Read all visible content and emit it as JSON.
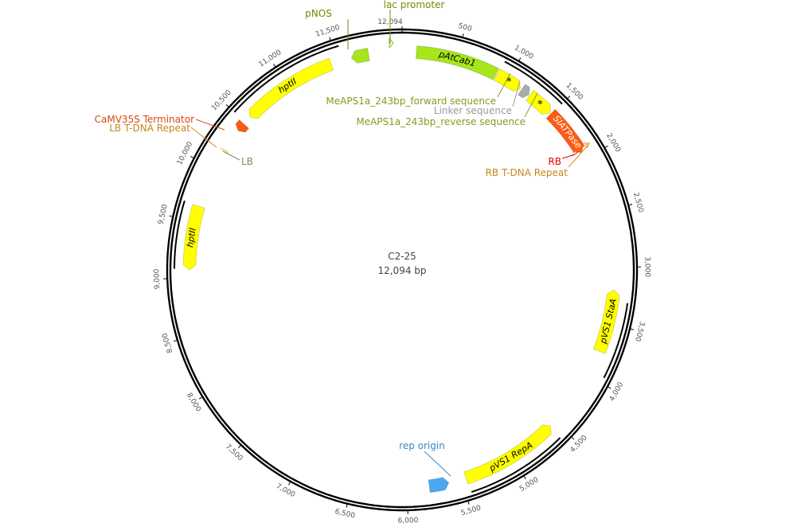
{
  "plasmid": {
    "name": "C2-25",
    "length_label": "12,094 bp",
    "length_bp": 12094,
    "origin_tick_label": "12,094"
  },
  "ticks": [
    "500",
    "1,000",
    "1,500",
    "2,000",
    "2,500",
    "3,000",
    "3,500",
    "4,000",
    "4,500",
    "5,000",
    "5,500",
    "6,000",
    "6,500",
    "7,000",
    "7,500",
    "8,000",
    "8,500",
    "9,000",
    "9,500",
    "10,000",
    "10,500",
    "11,000",
    "11,500"
  ],
  "features": [
    {
      "id": "pAtCab1",
      "label": "pAtCab1",
      "start": 130,
      "end": 880,
      "dir": 0,
      "color": "#a6e61a",
      "inline": true
    },
    {
      "id": "meaps-forward",
      "label": "MeAPS1a_243bp_forward sequence",
      "start": 890,
      "end": 1135,
      "dir": 1,
      "color": "#ffff00",
      "mark": "*"
    },
    {
      "id": "linker",
      "label": "Linker sequence",
      "start": 1150,
      "end": 1230,
      "dir": 1,
      "color": "#aaaaaa"
    },
    {
      "id": "meaps-reverse",
      "label": "MeAPS1a_243bp_reverse sequence",
      "start": 1240,
      "end": 1480,
      "dir": 1,
      "color": "#ffff00",
      "mark": "*"
    },
    {
      "id": "SlATPase",
      "label": "SlATPase",
      "start": 1490,
      "end": 1930,
      "dir": 1,
      "color": "#ff5a14",
      "inline": true,
      "text_color": "#ffffff"
    },
    {
      "id": "pVS1-StaA",
      "label": "pVS1 StaA",
      "start": 3200,
      "end": 3760,
      "dir": -1,
      "color": "#ffff00",
      "inline": true
    },
    {
      "id": "pVS1-RepA",
      "label": "pVS1 RepA",
      "start": 4560,
      "end": 5460,
      "dir": -1,
      "color": "#ffff00",
      "inline": true
    },
    {
      "id": "rep-origin",
      "label": "rep origin",
      "start": 5620,
      "end": 5800,
      "dir": -1,
      "color": "#4aa8f0"
    },
    {
      "id": "hptII-a",
      "label": "hptII",
      "start": 9070,
      "end": 9640,
      "dir": -1,
      "color": "#ffff00",
      "inline": true
    },
    {
      "id": "CaMV35S",
      "label": "CaMV35S Terminator",
      "start": 10400,
      "end": 10480,
      "dir": -1,
      "color": "#ff5a14"
    },
    {
      "id": "hptII-b",
      "label": "hptII",
      "start": 10560,
      "end": 11440,
      "dir": -1,
      "color": "#ffff00",
      "inline": true
    },
    {
      "id": "pNOS",
      "label": "pNOS",
      "start": 11630,
      "end": 11790,
      "dir": -1,
      "color": "#a6e61a"
    }
  ],
  "small_features": {
    "lac": "lac promoter",
    "rb": "RB",
    "rb_repeat": "RB T-DNA Repeat",
    "lb": "LB",
    "lb_repeat": "LB T-DNA Repeat"
  },
  "orfs": [
    [
      900,
      1500
    ],
    [
      3300,
      3950
    ],
    [
      4570,
      5450
    ],
    [
      9080,
      9650
    ],
    [
      10500,
      11550
    ]
  ]
}
